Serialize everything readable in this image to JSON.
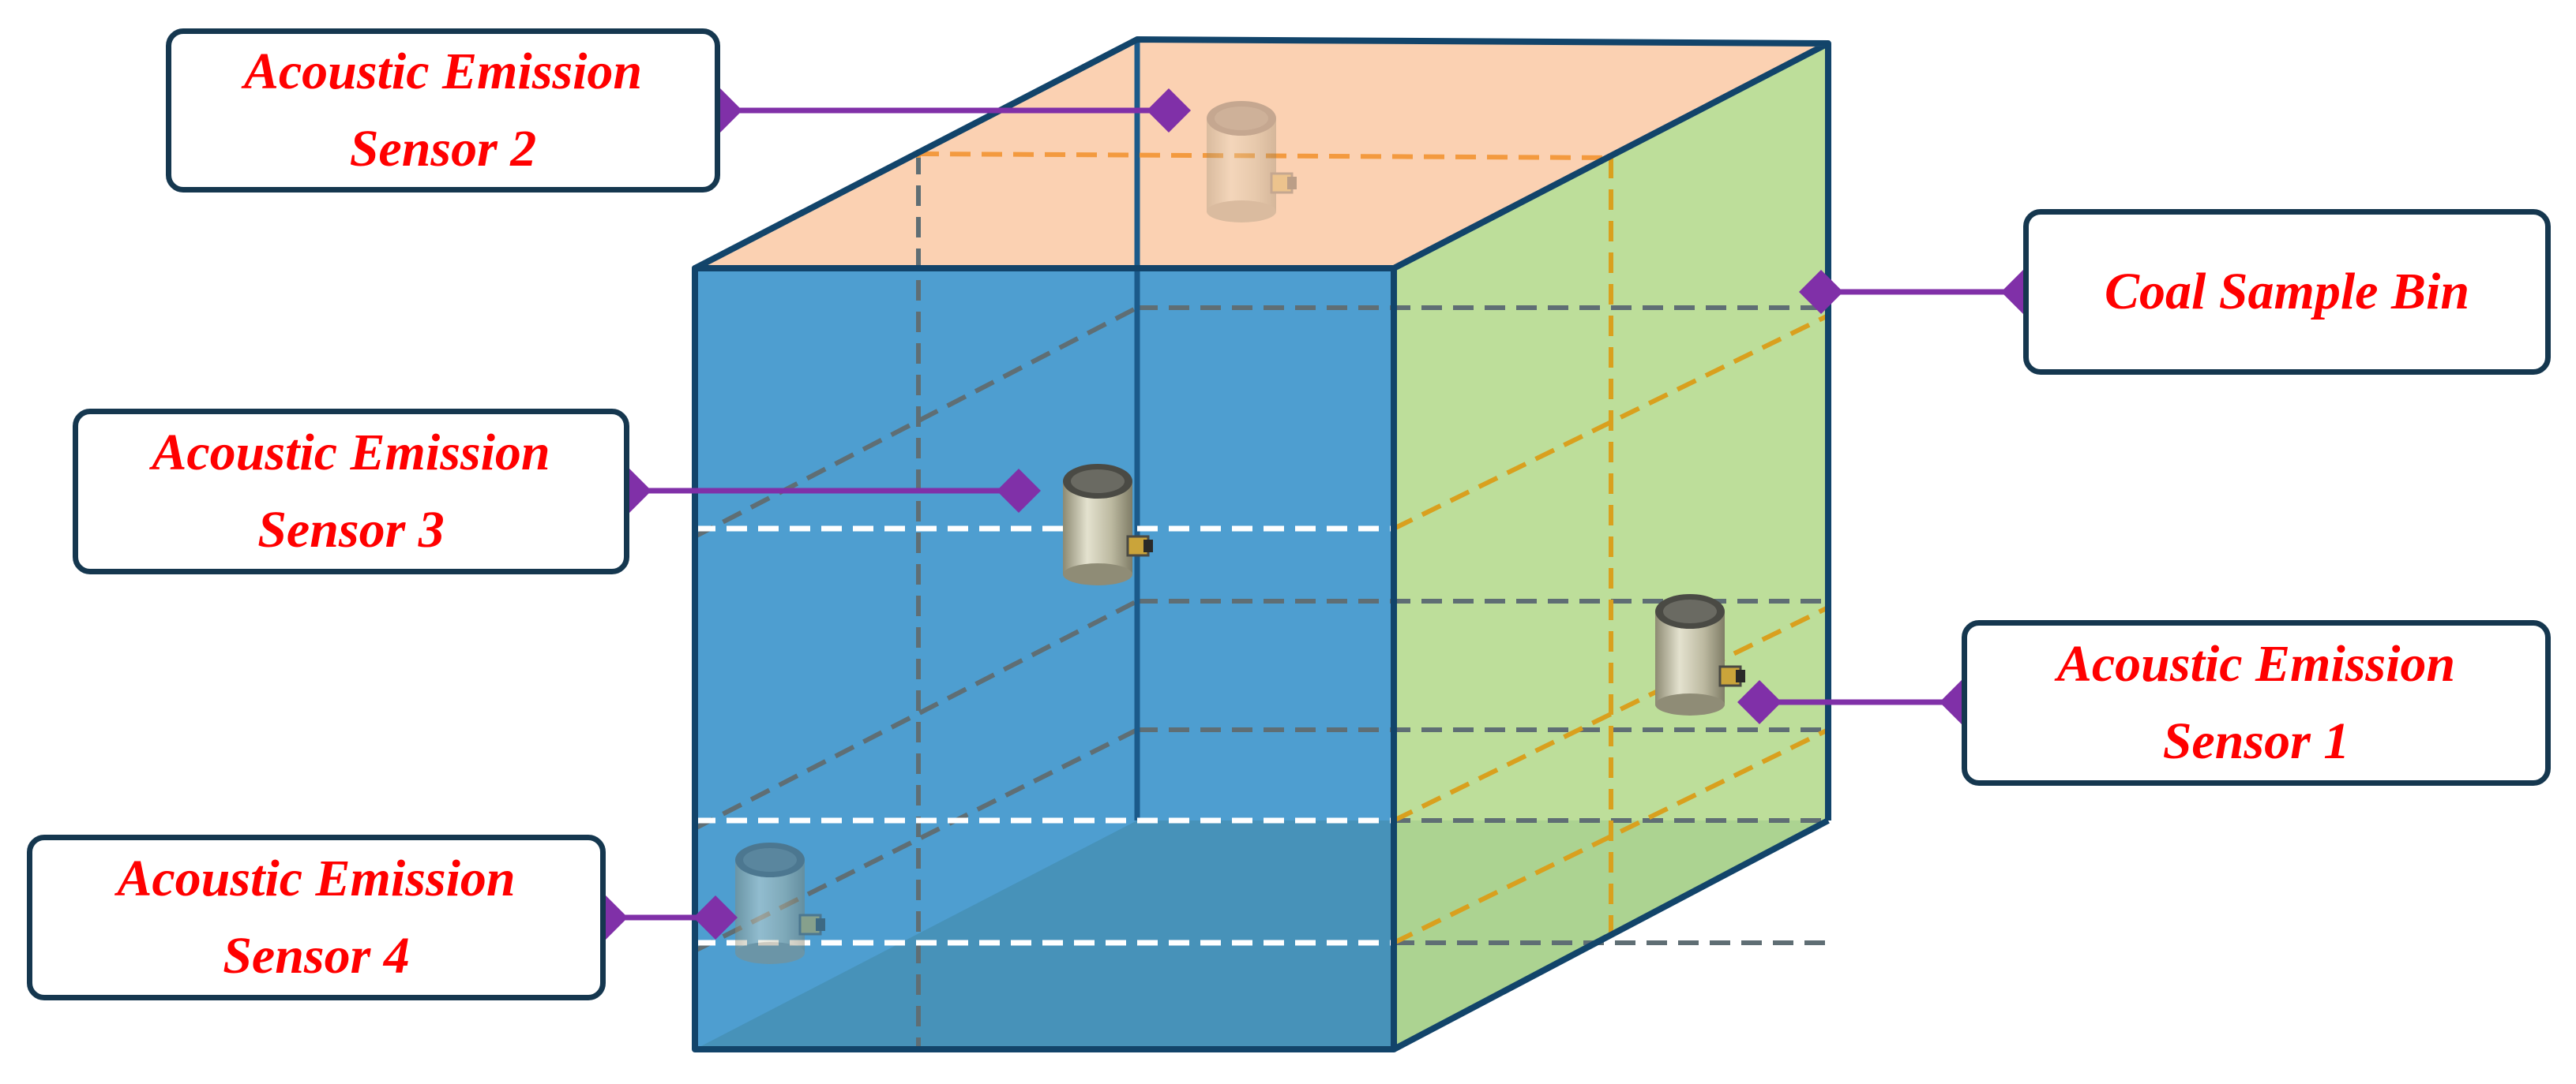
{
  "labels": {
    "sensor2": [
      "Acoustic Emission",
      "Sensor 2"
    ],
    "sensor3": [
      "Acoustic Emission",
      "Sensor 3"
    ],
    "sensor4": [
      "Acoustic Emission",
      "Sensor 4"
    ],
    "sensor1": [
      "Acoustic Emission",
      "Sensor 1"
    ],
    "bin": "Coal Sample Bin"
  },
  "colors": {
    "front_face": "#3f96cc",
    "top_face": "#fbd1b2",
    "right_face": "#b6da8f",
    "bottom_face": "#4f8ea6",
    "edge": "#12446a",
    "leader": "#8030a8",
    "label_text": "#ff0000",
    "label_border": "#15374f",
    "white_dash": "#ffffff",
    "orange_dash": "#f39a3f",
    "gold_dash": "#d9a01e",
    "gray_dash": "#5f6e74"
  },
  "icons": [
    "sensor-icon",
    "diamond-marker-icon"
  ]
}
